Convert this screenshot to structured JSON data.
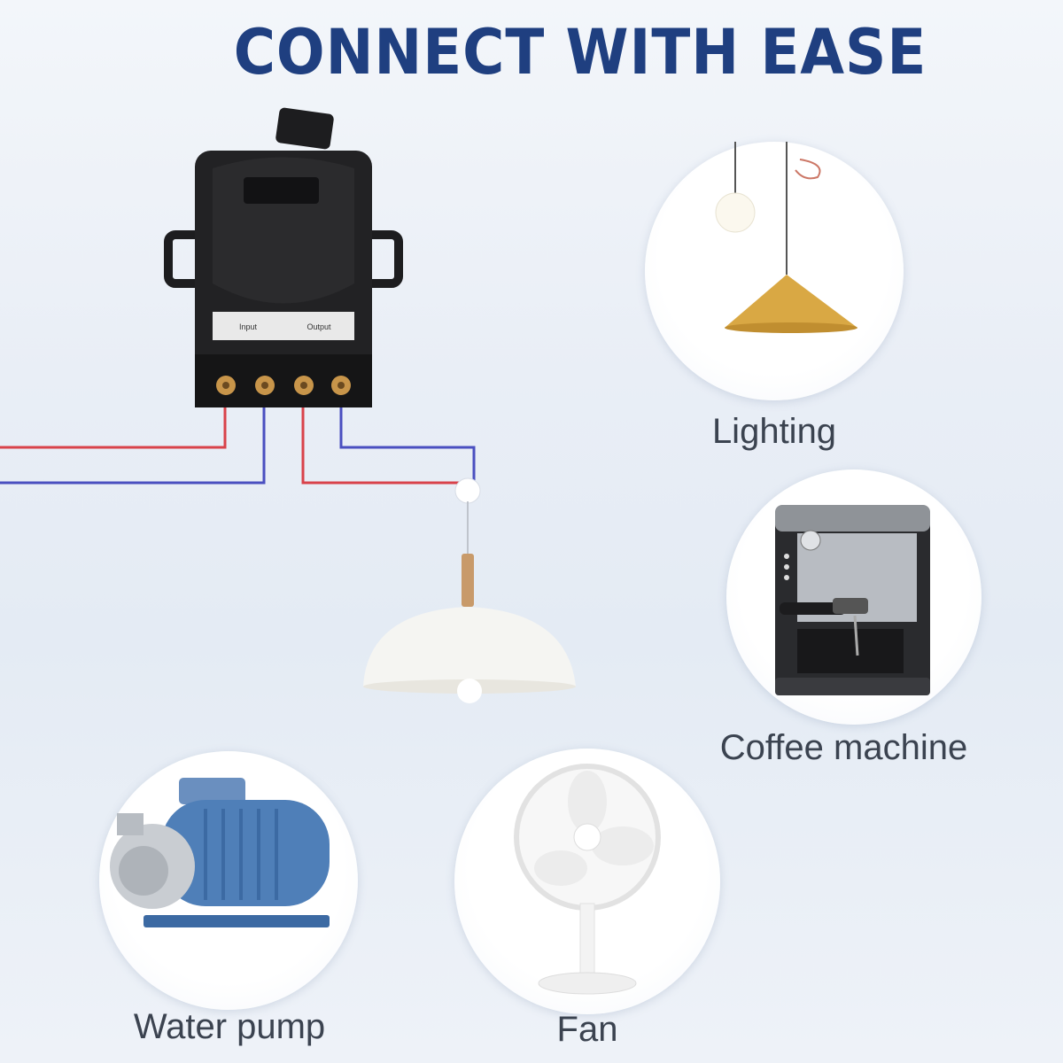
{
  "headline": {
    "text": "CONNECT WITH EASE",
    "color": "#1f3f80"
  },
  "products": [
    {
      "id": "lighting",
      "label": "Lighting",
      "icon": "pendant-lamp-icon"
    },
    {
      "id": "coffee",
      "label": "Coffee machine",
      "icon": "coffee-machine-icon"
    },
    {
      "id": "pump",
      "label": "Water pump",
      "icon": "water-pump-icon"
    },
    {
      "id": "fan",
      "label": "Fan",
      "icon": "desk-fan-icon"
    }
  ],
  "relay": {
    "icon": "relay-module-icon",
    "terminal_label_1": "Input",
    "terminal_label_2": "Output"
  },
  "wires": {
    "live_color": "#d9424a",
    "neutral_color": "#4a4fc0"
  },
  "colors": {
    "caption": "#3b4350",
    "lamp_shade": "#f5f5f2",
    "gold_shade": "#d9a844"
  }
}
